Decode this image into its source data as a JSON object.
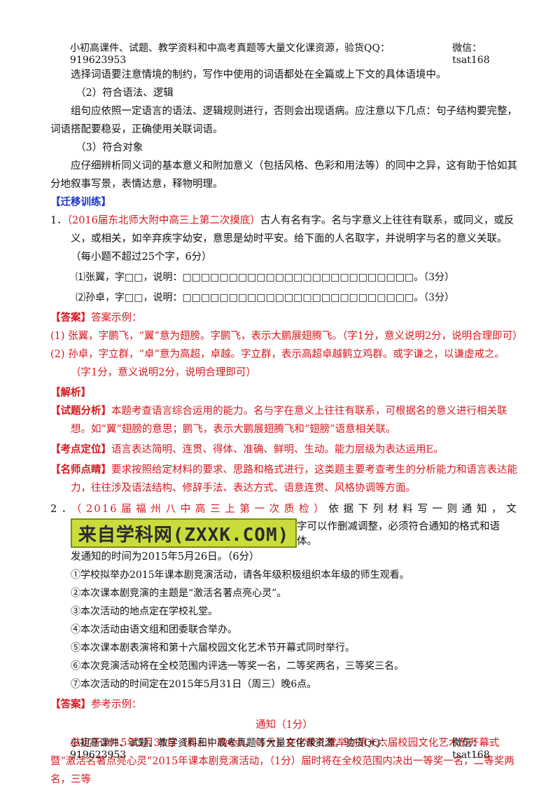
{
  "header": {
    "left": "小初高课件、试题、教学资料和中高考真题等大量文化课资源，验货QQ：919623953",
    "wechat": "微信：tsat168"
  },
  "para1": "选择词语要注意情境的制约，写作中使用的词语都处在全篇或上下文的具体语境中。",
  "sec2_title": "（2）符合语法、逻辑",
  "para2": "组句应依照一定语言的语法、逻辑规则进行，否则会出现语病。应注意以下几点：句子结构要完整，词语搭配要稳妥，正确使用关联词语。",
  "sec3_title": "（3）符合对象",
  "para3": "应仔细辨析同义词的基本意义和附加意义（包括风格、色彩和用法等）的同中之异，这有助于恰如其分地叙事写景，表情达意，释物明理。",
  "practice_title": "【迁移训练】",
  "q1": {
    "num": "1．",
    "source": "（2016届东北师大附中高三上第二次摸底）",
    "text": "古人有名有字。名与字意义上往往有联系，或同义，或反义，或相关，如辛弃疾字幼安，意思是幼时平安。给下面的人名取字，并说明字与名的意义关联。（每小题不超过25个字，6分）",
    "item1": "⑴张翼，字□□，说明：□□□□□□□□□□□□□□□□□□□□□□□□□。（3分）",
    "item2": "⑵孙卓，字□□，说明：□□□□□□□□□□□□□□□□□□□□□□□□□。（3分）",
    "answer_label": "【答案】",
    "answer_title": "答案示例：",
    "answer1": "(1) 张翼，字鹏飞，“翼”意为翅膀。字鹏飞，表示大鹏展翅腾飞。（字1分，意义说明2分，说明合理即可）",
    "answer2": "(2) 孙卓，字立群，“卓”意为高超，卓越。字立群，表示高超卓越鹤立鸡群。或字谦之，以谦虚戒之。（字1分，意义说明2分，说明合理即可）",
    "analysis_label": "【解析】",
    "ana1_label": "【试题分析】",
    "ana1_text": "本题考查语言综合运用的能力。名与字在意义上往往有联系，可根据名的意义进行相关联想。如“翼”翅膀的意思；鹏飞，表示大鹏展翅腾飞和“翅膀”语意相关联。",
    "ana2_label": "【考点定位】",
    "ana2_text": "语言表达简明、连贯、得体、准确、鲜明、生动。能力层级为表达运用E。",
    "ana3_label": "【名师点睛】",
    "ana3_text": "要求按照给定材料的要求、思路和格式进行，这类题主要考查考生的分析能力和语言表达能力，往往涉及语法结构、修辞手法、表达方式、语意连贯、风格协调等方面。"
  },
  "q2": {
    "num": "2．",
    "source": "（2016届福州八中高三上第一次质检）",
    "text_a": "依据下列材料写一则通知，文",
    "logo": "来自学科网(ZXXK.COM)",
    "text_b": "字可以作删减调整，必须符合通知的格式和语体。",
    "text_c": "发通知的时间为2015年5月26日。（6分）",
    "materials": [
      "①学校拟举办2015年课本剧竞演活动，请各年级积极组织本年级的师生观看。",
      "②本次课本剧竞演的主题是“激活名著点亮心灵”。",
      "③本次活动的地点定在学校礼堂。",
      "④本次活动由语文组和团委联合举办。",
      "⑤本次课本剧表演将和第十六届校园文化艺术节开幕式同时举行。",
      "⑥本次竞演活动将在全校范围内评选一等奖一名，二等奖两名，三等奖三名。",
      "⑦本次活动的时间定在2015年5月31日（周三）晚6点。"
    ],
    "answer_label": "【答案】",
    "answer_title": "参考示例：",
    "notice_title": "通知（1分）",
    "notice_body": "兹定于2015年5月31日（周三）晚6点，（1分）在学校礼堂举办第十六届校园文化艺术节开幕式暨“激活名著点亮心灵”2015年课本剧竞演活动，（1分）届时将在全校范围内决出一等奖一名，二等奖两名，三等"
  },
  "footer": {
    "left": "小初高课件、试题、教学资料和中高考真题等大量文化课资源，验货QQ：919623953",
    "wechat": "微信：tsat168"
  }
}
